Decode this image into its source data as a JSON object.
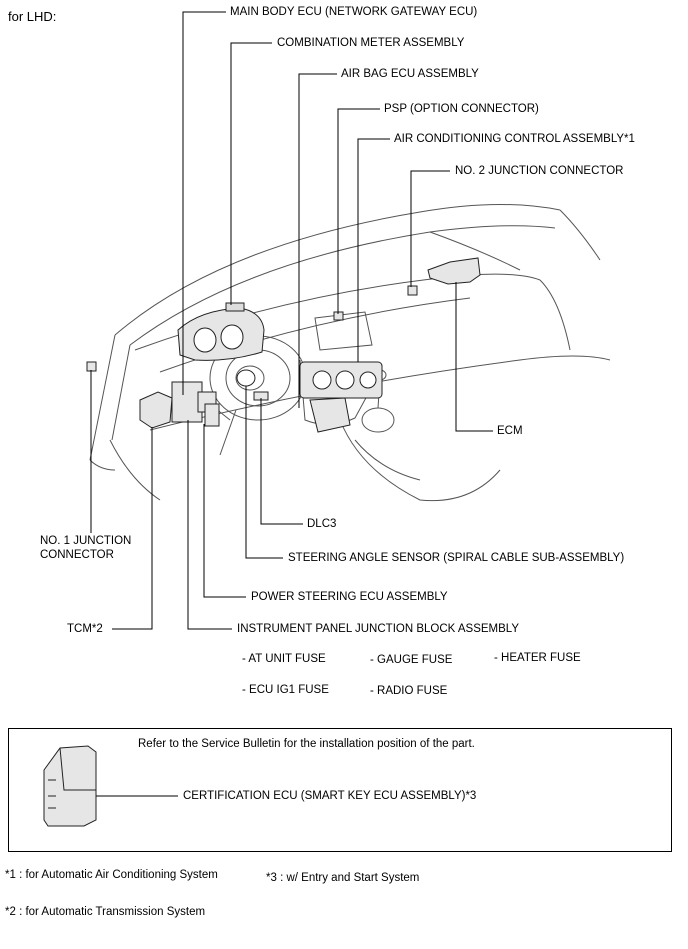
{
  "header": {
    "title": "for LHD:"
  },
  "callouts": {
    "main_body_ecu": "MAIN BODY ECU (NETWORK GATEWAY ECU)",
    "combination_meter": "COMBINATION METER ASSEMBLY",
    "air_bag_ecu": "AIR BAG ECU ASSEMBLY",
    "psp": "PSP (OPTION CONNECTOR)",
    "air_conditioning": "AIR CONDITIONING CONTROL ASSEMBLY*1",
    "no2_junction": "NO. 2 JUNCTION CONNECTOR",
    "ecm": "ECM",
    "dlc3": "DLC3",
    "steering_angle_sensor": "STEERING ANGLE SENSOR (SPIRAL CABLE SUB-ASSEMBLY)",
    "power_steering_ecu": "POWER STEERING ECU ASSEMBLY",
    "tcm": "TCM*2",
    "no1_junction_line1": "NO. 1 JUNCTION",
    "no1_junction_line2": "CONNECTOR",
    "instrument_panel_jb": "INSTRUMENT PANEL JUNCTION BLOCK ASSEMBLY"
  },
  "fuses": {
    "at_unit": "- AT UNIT FUSE",
    "gauge": "- GAUGE FUSE",
    "heater": "- HEATER FUSE",
    "ecu_ig1": "- ECU IG1 FUSE",
    "radio": "- RADIO FUSE"
  },
  "bulletin_box": {
    "note": "Refer to the Service Bulletin for the installation position of the part.",
    "certification_ecu": "CERTIFICATION ECU (SMART KEY ECU ASSEMBLY)*3"
  },
  "footnotes": {
    "fn1": "*1 : for Automatic Air Conditioning System",
    "fn2": "*2 : for Automatic Transmission System",
    "fn3": "*3 : w/ Entry and Start System"
  }
}
